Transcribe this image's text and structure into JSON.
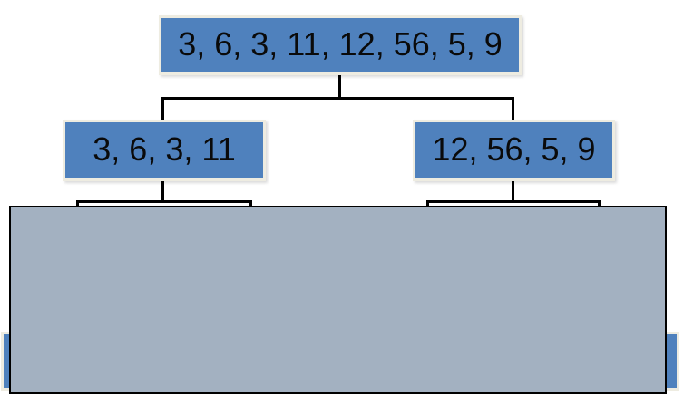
{
  "diagram": {
    "nodes": {
      "root": "3, 6, 3, 11, 12, 56, 5, 9",
      "left_child": "3, 6, 3, 11",
      "right_child": "12, 56, 5, 9"
    }
  },
  "colors": {
    "node_fill": "#4f81bd",
    "node_border": "#eeece1",
    "connector": "#000000",
    "cover_fill": "#a3b1c1",
    "cover_border": "#000000",
    "background": "#ffffff"
  }
}
